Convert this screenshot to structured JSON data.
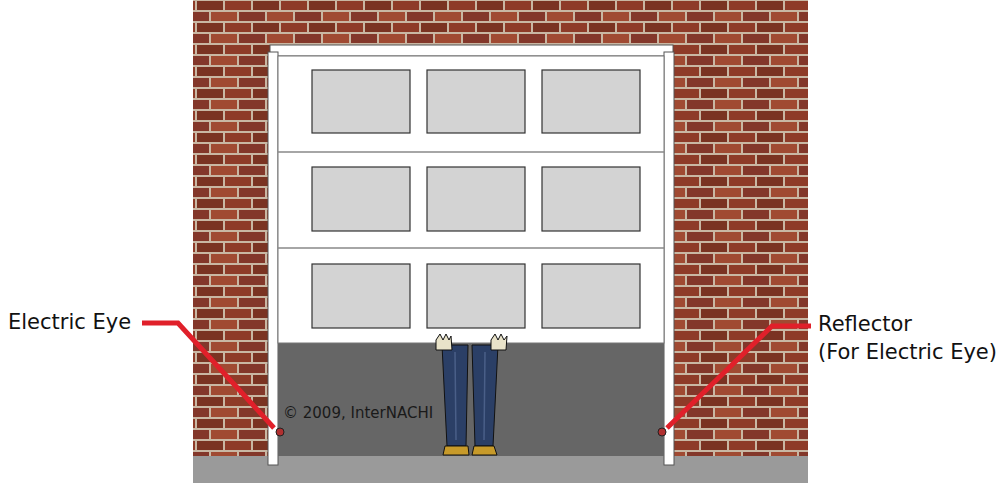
{
  "diagram": {
    "labels": [
      "Electric Eye",
      "Reflector",
      "(For Electric Eye)",
      "© 2009, InterNACHI"
    ]
  }
}
